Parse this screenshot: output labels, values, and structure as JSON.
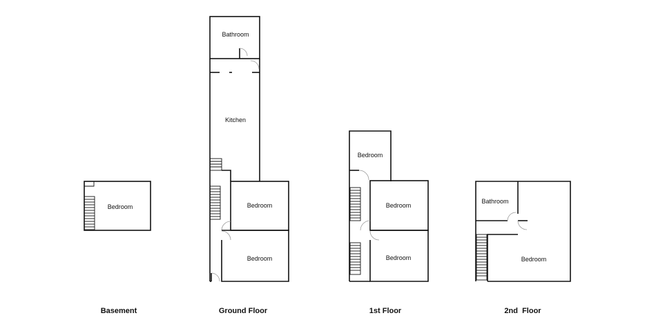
{
  "floors": {
    "basement": {
      "label": "Basement",
      "rooms": [
        "Bedroom"
      ]
    },
    "ground": {
      "label": "Ground Floor",
      "rooms": [
        "Bathroom",
        "Kitchen",
        "Bedroom",
        "Bedroom"
      ]
    },
    "first": {
      "label": "1st Floor",
      "rooms": [
        "Bedroom",
        "Bedroom",
        "Bedroom"
      ]
    },
    "second": {
      "label": "2nd  Floor",
      "rooms": [
        "Bathroom",
        "Bedroom"
      ]
    }
  }
}
